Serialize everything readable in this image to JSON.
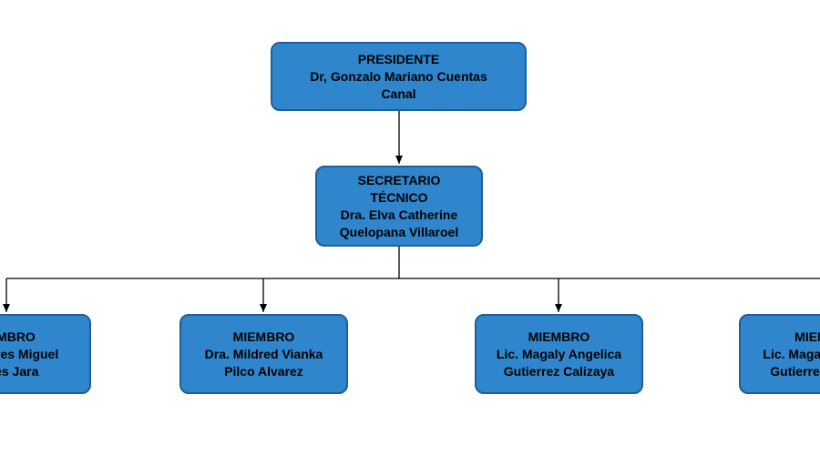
{
  "diagram": {
    "colors": {
      "box_fill": "#2f86cc",
      "box_border": "#1e5f95",
      "connector": "#000000",
      "text": "#000000"
    },
    "president": {
      "title": "PRESIDENTE",
      "name_line1": "Dr, Gonzalo Mariano Cuentas",
      "name_line2": "Canal"
    },
    "secretary": {
      "title_line1": "SECRETARIO",
      "title_line2": "TÉCNICO",
      "name_line1": "Dra. Elva Catherine",
      "name_line2": "Quelopana Villaroel"
    },
    "members": [
      {
        "title": "MIEMBRO",
        "name_line1": "Dr. Andres Miguel",
        "name_line2": "Flores Jara"
      },
      {
        "title": "MIEMBRO",
        "name_line1": "Dra. Mildred Vianka",
        "name_line2": "Pilco Alvarez"
      },
      {
        "title": "MIEMBRO",
        "name_line1": "Lic. Magaly Angelica",
        "name_line2": "Gutierrez Calizaya"
      },
      {
        "title": "MIEMBRO",
        "name_line1": "Lic. Magaly Angelica",
        "name_line2": "Gutierrez Calizaya"
      }
    ]
  }
}
